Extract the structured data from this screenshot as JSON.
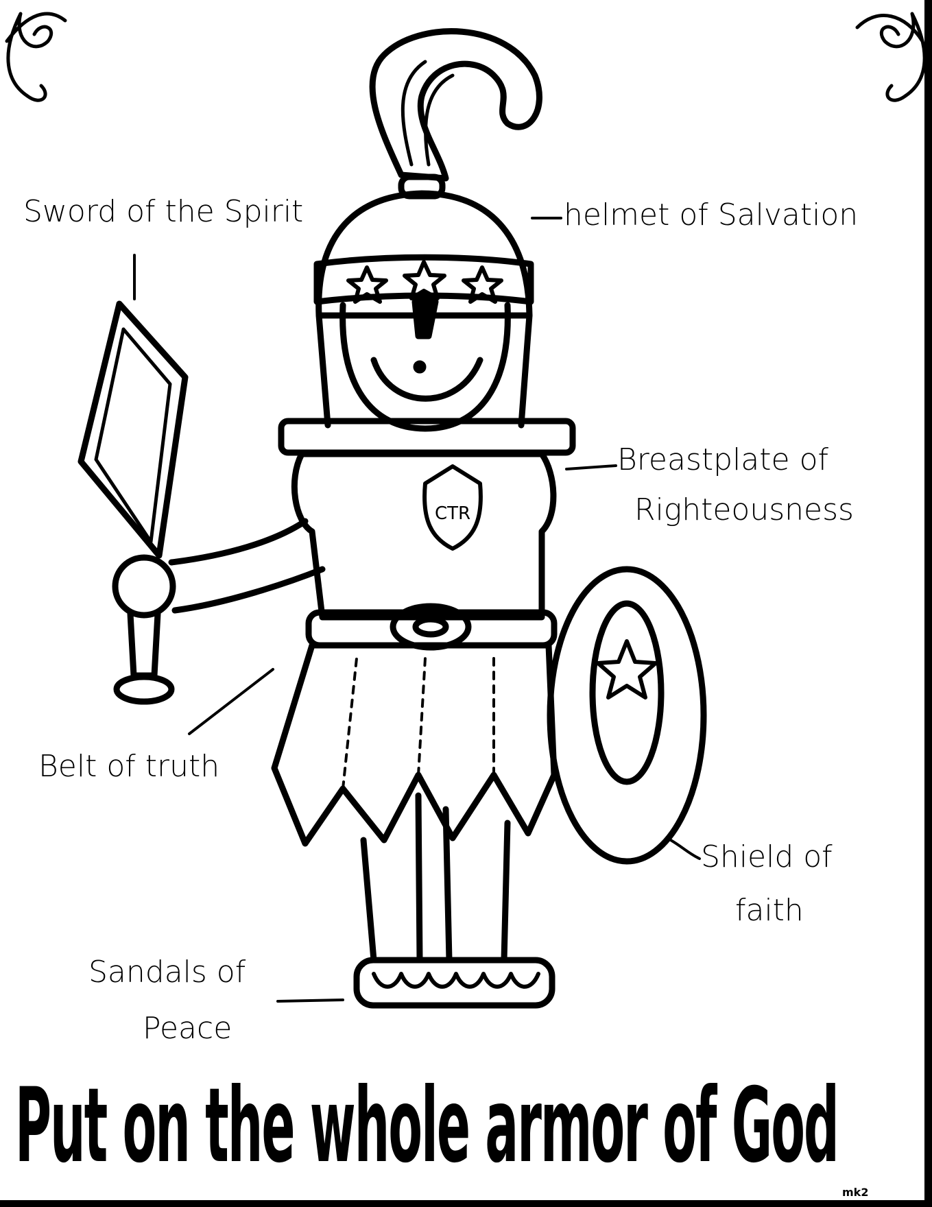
{
  "labels": {
    "sword": "Sword of the Spirit",
    "helmet": "helmet of Salvation",
    "breastplate_line1": "Breastplate of",
    "breastplate_line2": "Righteousness",
    "belt": "Belt of truth",
    "shield_line1": "Shield of",
    "shield_line2": "faith",
    "sandals_line1": "Sandals of",
    "sandals_line2": "Peace"
  },
  "title": "Put on the whole armor of God",
  "emblem": "CTR",
  "signature": "mk2",
  "colors": {
    "ink": "#000000",
    "paper": "#ffffff"
  }
}
